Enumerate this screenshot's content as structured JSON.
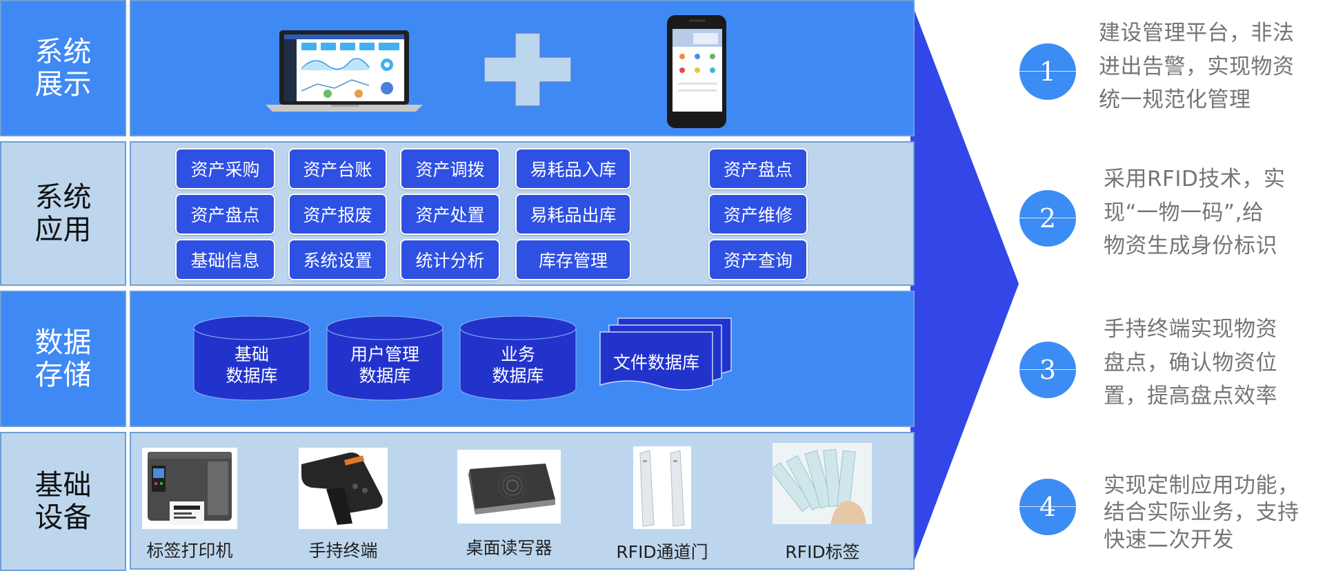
{
  "layers": {
    "display": {
      "label": "系统\n展示",
      "devices": [
        {
          "name": "laptop",
          "icon": "laptop-icon"
        },
        {
          "name": "plus",
          "icon": "plus-icon"
        },
        {
          "name": "phone",
          "icon": "smartphone-icon"
        }
      ]
    },
    "application": {
      "label": "系统\n应用",
      "modules": [
        [
          "资产采购",
          "资产台账",
          "资产调拨",
          "易耗品入库",
          "资产盘点"
        ],
        [
          "资产盘点",
          "资产报废",
          "资产处置",
          "易耗品出库",
          "资产维修"
        ],
        [
          "基础信息",
          "系统设置",
          "统计分析",
          "库存管理",
          "资产查询"
        ]
      ]
    },
    "storage": {
      "label": "数据\n存储",
      "databases": [
        "基础\n数据库",
        "用户管理\n数据库",
        "业务\n数据库"
      ],
      "file_db": "文件数据库"
    },
    "hardware": {
      "label": "基础\n设备",
      "devices": [
        {
          "label": "标签打印机",
          "icon": "label-printer-icon"
        },
        {
          "label": "手持终端",
          "icon": "handheld-terminal-icon"
        },
        {
          "label": "桌面读写器",
          "icon": "desktop-reader-icon"
        },
        {
          "label": "RFID通道门",
          "icon": "rfid-gate-icon"
        },
        {
          "label": "RFID标签",
          "icon": "rfid-tag-icon"
        }
      ]
    }
  },
  "colors": {
    "layer_blue": "#3f89f5",
    "layer_light": "#bdd6ee",
    "module_blue": "#2e50e3",
    "db_blue": "#2233cc",
    "arrow_blue": "#3346e8",
    "circle_blue": "#3b8cf4",
    "point_text": "#757575"
  },
  "points": [
    {
      "number": "1",
      "lines": [
        "建设管理平台，非法",
        "进出告警，实现物资",
        "统一规范化管理"
      ]
    },
    {
      "number": "2",
      "lines": [
        "采用RFID技术，实",
        "现“一物一码”,给",
        "物资生成身份标识"
      ]
    },
    {
      "number": "3",
      "lines": [
        "手持终端实现物资",
        "盘点，确认物资位",
        "置，提高盘点效率"
      ]
    },
    {
      "number": "4",
      "lines": [
        "实现定制应用功能，",
        "结合实际业务，支持",
        "快速二次开发"
      ]
    }
  ]
}
